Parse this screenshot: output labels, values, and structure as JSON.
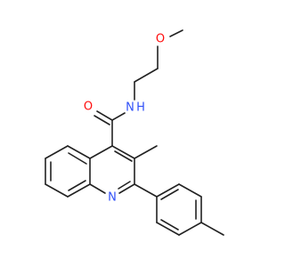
{
  "molecule": {
    "atoms": {
      "O_ether": {
        "label": "O",
        "color": "#FF0D0D"
      },
      "O_amide": {
        "label": "O",
        "color": "#FF0D0D"
      },
      "N_amide": {
        "label": "N",
        "color": "#3050F8"
      },
      "H_amide": {
        "label": "H",
        "color": "#3050F8"
      },
      "N_ring": {
        "label": "N",
        "color": "#3050F8"
      }
    },
    "bond_color": "#222222"
  }
}
